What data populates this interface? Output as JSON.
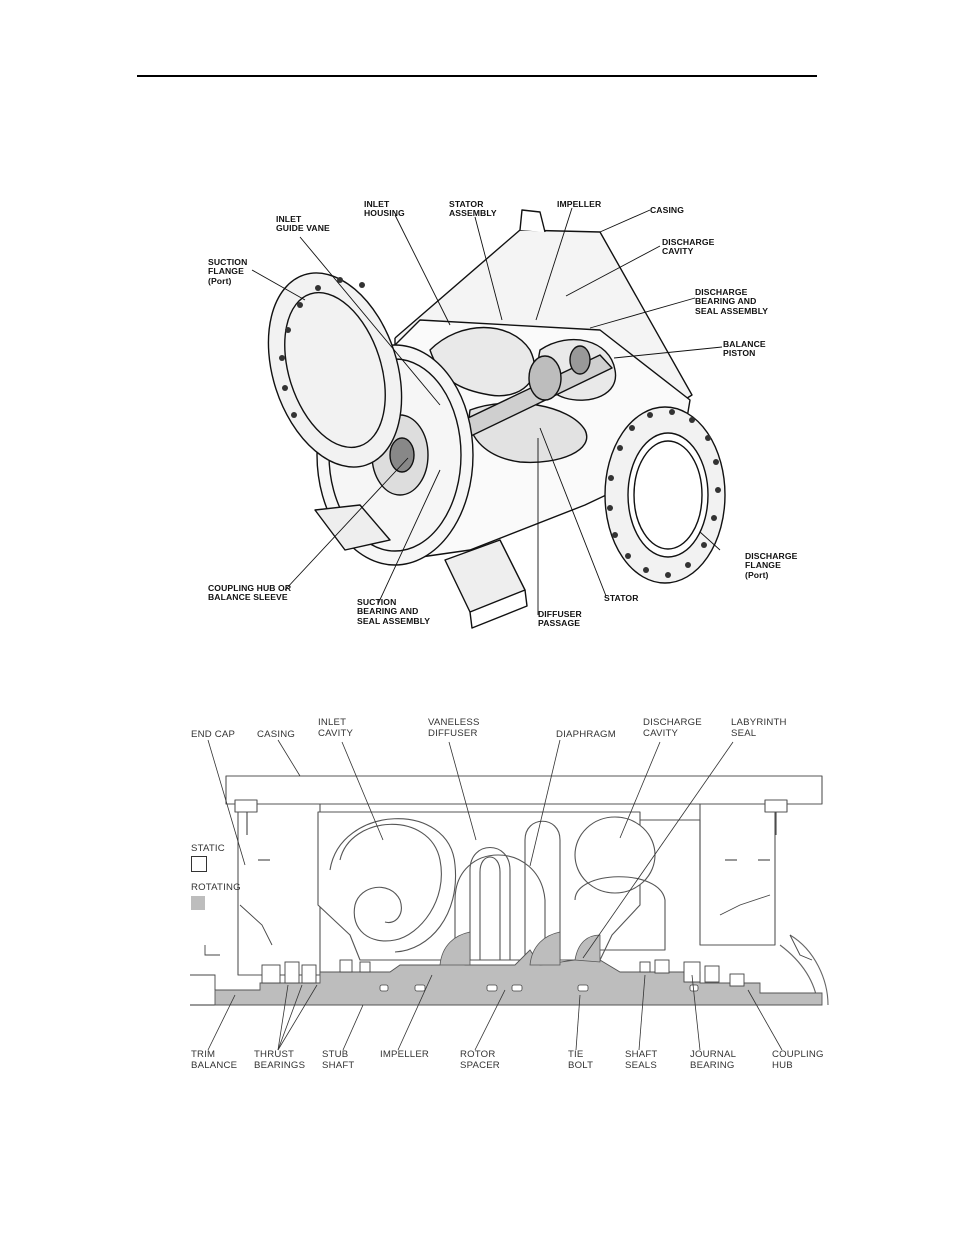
{
  "figure_top": {
    "labels": {
      "inlet_guide_vane": "INLET\nGUIDE VANE",
      "inlet_housing": "INLET\nHOUSING",
      "stator_assembly": "STATOR\nASSEMBLY",
      "impeller": "IMPELLER",
      "casing": "CASING",
      "discharge_cavity": "DISCHARGE\nCAVITY",
      "suction_flange": "SUCTION\nFLANGE\n(Port)",
      "discharge_bearing_seal": "DISCHARGE\nBEARING AND\nSEAL ASSEMBLY",
      "balance_piston": "BALANCE\nPISTON",
      "discharge_flange": "DISCHARGE\nFLANGE\n(Port)",
      "coupling_hub": "COUPLING HUB OR\nBALANCE SLEEVE",
      "suction_bearing_seal": "SUCTION\nBEARING AND\nSEAL ASSEMBLY",
      "diffuser_passage": "DIFFUSER\nPASSAGE",
      "stator": "STATOR"
    }
  },
  "figure_bottom": {
    "labels": {
      "end_cap": "END CAP",
      "casing": "CASING",
      "inlet_cavity": "INLET\nCAVITY",
      "vaneless_diffuser": "VANELESS\nDIFFUSER",
      "diaphragm": "DIAPHRAGM",
      "discharge_cavity": "DISCHARGE\nCAVITY",
      "labyrinth_seal": "LABYRINTH\nSEAL",
      "trim_balance": "TRIM\nBALANCE",
      "thrust_bearings": "THRUST\nBEARINGS",
      "stub_shaft": "STUB\nSHAFT",
      "impeller": "IMPELLER",
      "rotor_spacer": "ROTOR\nSPACER",
      "tie_bolt": "TIE\nBOLT",
      "shaft_seals": "SHAFT\nSEALS",
      "journal_bearing": "JOURNAL\nBEARING",
      "coupling_hub": "COUPLING\nHUB"
    },
    "legend": {
      "static_label": "STATIC",
      "rotating_label": "ROTATING",
      "static_color": "#ffffff",
      "rotating_color": "#bdbdbd"
    }
  }
}
